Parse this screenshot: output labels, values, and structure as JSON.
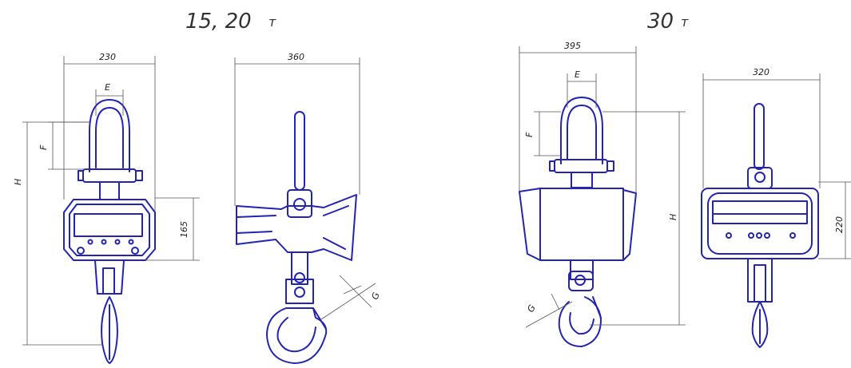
{
  "titles": {
    "left": "15, 20",
    "left_unit": "т",
    "right": "30",
    "right_unit": "т"
  },
  "dimensions": {
    "left_width_front": "230",
    "left_width_side": "360",
    "left_e": "E",
    "left_f": "F",
    "left_h": "H",
    "left_display_height": "165",
    "left_g": "G",
    "right_width_front": "395",
    "right_width_side": "320",
    "right_e": "E",
    "right_f": "F",
    "right_h": "H",
    "right_display_height": "220",
    "right_g": "G"
  },
  "colors": {
    "ink": "#2323b4",
    "dimension_line": "#555555"
  }
}
